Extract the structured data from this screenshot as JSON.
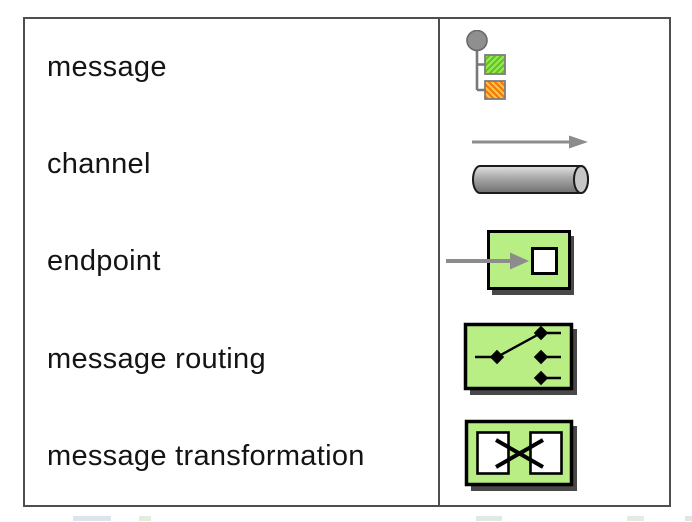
{
  "table": {
    "rows": [
      {
        "label": "message",
        "icon": "message-icon"
      },
      {
        "label": "channel",
        "icon": "channel-icon"
      },
      {
        "label": "endpoint",
        "icon": "endpoint-icon"
      },
      {
        "label": "message routing",
        "icon": "message-routing-icon"
      },
      {
        "label": "message transformation",
        "icon": "message-transformation-icon"
      }
    ]
  },
  "colors": {
    "table_border": "#4e4e4e",
    "text": "#141414",
    "icon_green_fill": "#b9ee85",
    "icon_black_border": "#000000",
    "drop_shadow_gray": "#484848",
    "arrow_gray": "#8c8c8c",
    "node_circle_gray": "#8f8f8f",
    "tree_line_gray": "#787878",
    "hatch_green_base": "#55c820",
    "hatch_green_stripe": "#a0e455",
    "hatch_orange_base": "#ee7711",
    "hatch_orange_stripe": "#ffc43c",
    "cylinder_top": "#e2e2e2",
    "cylinder_bottom": "#6f6f6f",
    "cylinder_cap": "#c6c6c6",
    "cylinder_outline": "#1c1c1c"
  }
}
